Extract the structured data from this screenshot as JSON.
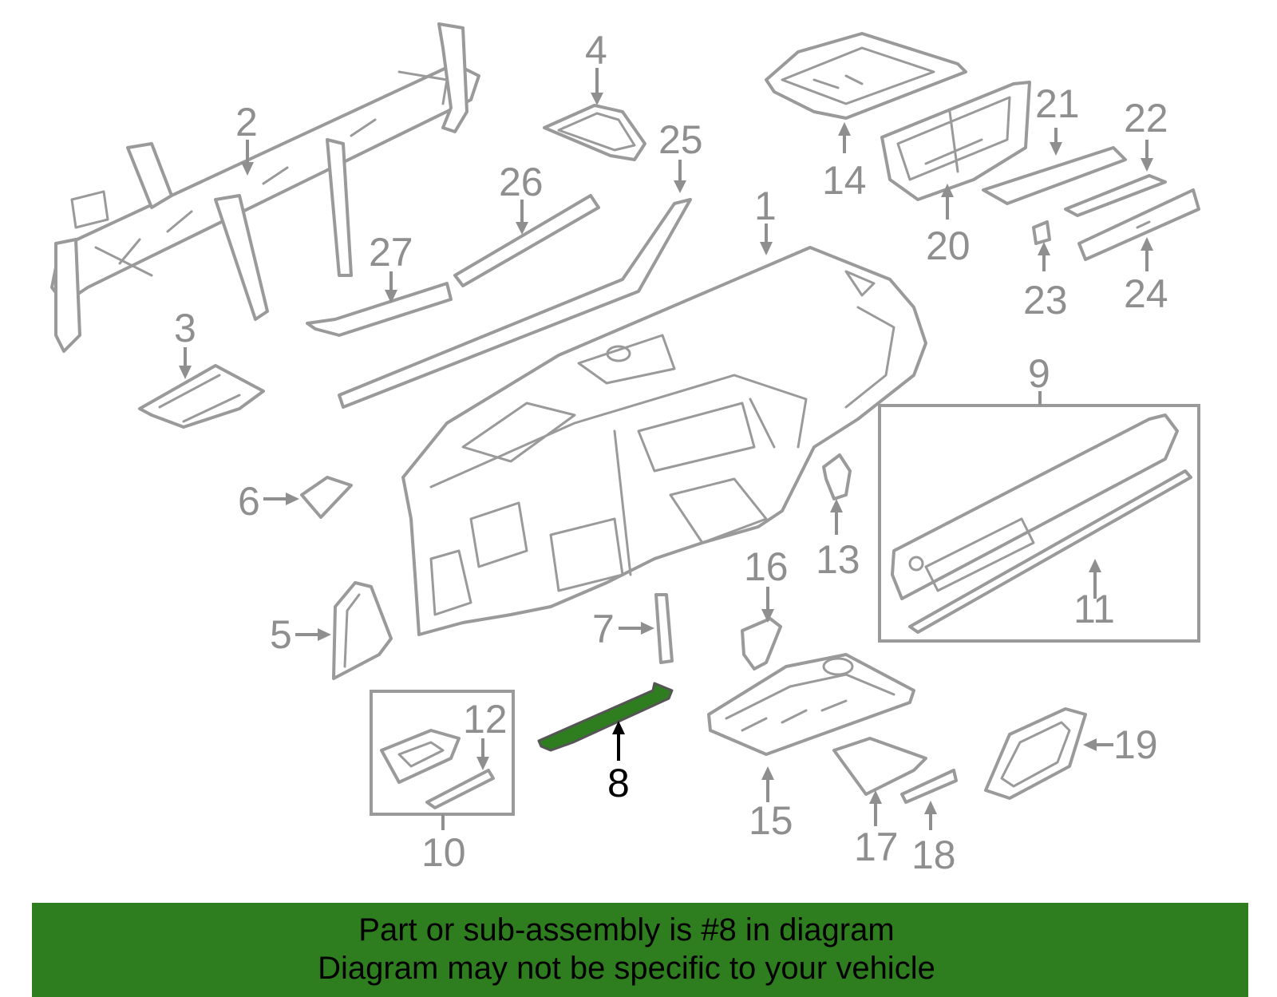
{
  "diagram": {
    "callouts": {
      "c1": "1",
      "c2": "2",
      "c3": "3",
      "c4": "4",
      "c5": "5",
      "c6": "6",
      "c7": "7",
      "c8": "8",
      "c9": "9",
      "c10": "10",
      "c11": "11",
      "c12": "12",
      "c13": "13",
      "c14": "14",
      "c15": "15",
      "c16": "16",
      "c17": "17",
      "c18": "18",
      "c19": "19",
      "c20": "20",
      "c21": "21",
      "c22": "22",
      "c23": "23",
      "c24": "24",
      "c25": "25",
      "c26": "26",
      "c27": "27"
    },
    "highlighted_part": "8"
  },
  "banner": {
    "line1": "Part or sub-assembly is #8 in diagram",
    "line2": "Diagram may not be specific to your vehicle"
  },
  "colors": {
    "highlight": "#2e7d1e",
    "banner_bg": "#2e7d1e",
    "line_art": "#9a9a9a",
    "callout_text": "#8f8f8f"
  }
}
